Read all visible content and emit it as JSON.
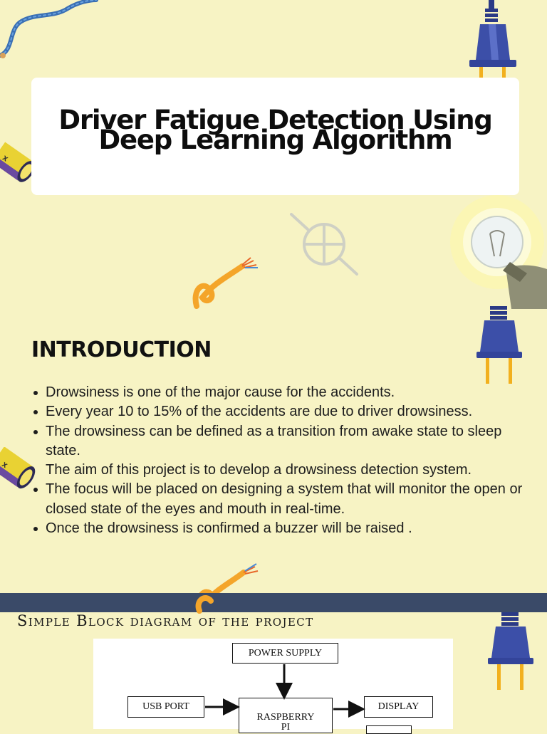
{
  "title": {
    "line1": "Driver Fatigue Detection Using",
    "line2": "Deep Learning  Algorithm"
  },
  "introduction": {
    "heading": "INTRODUCTION",
    "bullets": [
      {
        "text": "Drowsiness is one of the major cause for the accidents.",
        "dot": true
      },
      {
        "text": "Every year 10 to 15% of the accidents are due to driver drowsiness.",
        "dot": true
      },
      {
        "text": "The drowsiness can be defined as a transition from awake state to sleep state.",
        "dot": true
      },
      {
        "text": "The aim of this project is to develop a drowsiness detection system.",
        "dot": false
      },
      {
        "text": "The focus will be placed on designing a system that will monitor the open or closed state of the eyes and mouth in real-time.",
        "dot": true
      },
      {
        "text": "Once the drowsiness is confirmed a buzzer will be raised .",
        "dot": true
      }
    ]
  },
  "diagram": {
    "title": "Simple Block diagram of the project",
    "power_supply": "POWER SUPPLY",
    "usb_port": "USB PORT",
    "raspberry": "RASPBERRY",
    "raspberry_sub": "PI",
    "display": "DISPLAY"
  },
  "colors": {
    "background": "#f7f3c4",
    "band": "#3a4a68",
    "plug_blue": "#3c4fa8",
    "prong_orange": "#f2b01e",
    "wire_orange": "#f4a52a"
  },
  "icons": [
    "plug-icon",
    "battery-icon",
    "cable-icon",
    "lightbulb-icon",
    "target-icon",
    "wire-icon"
  ]
}
